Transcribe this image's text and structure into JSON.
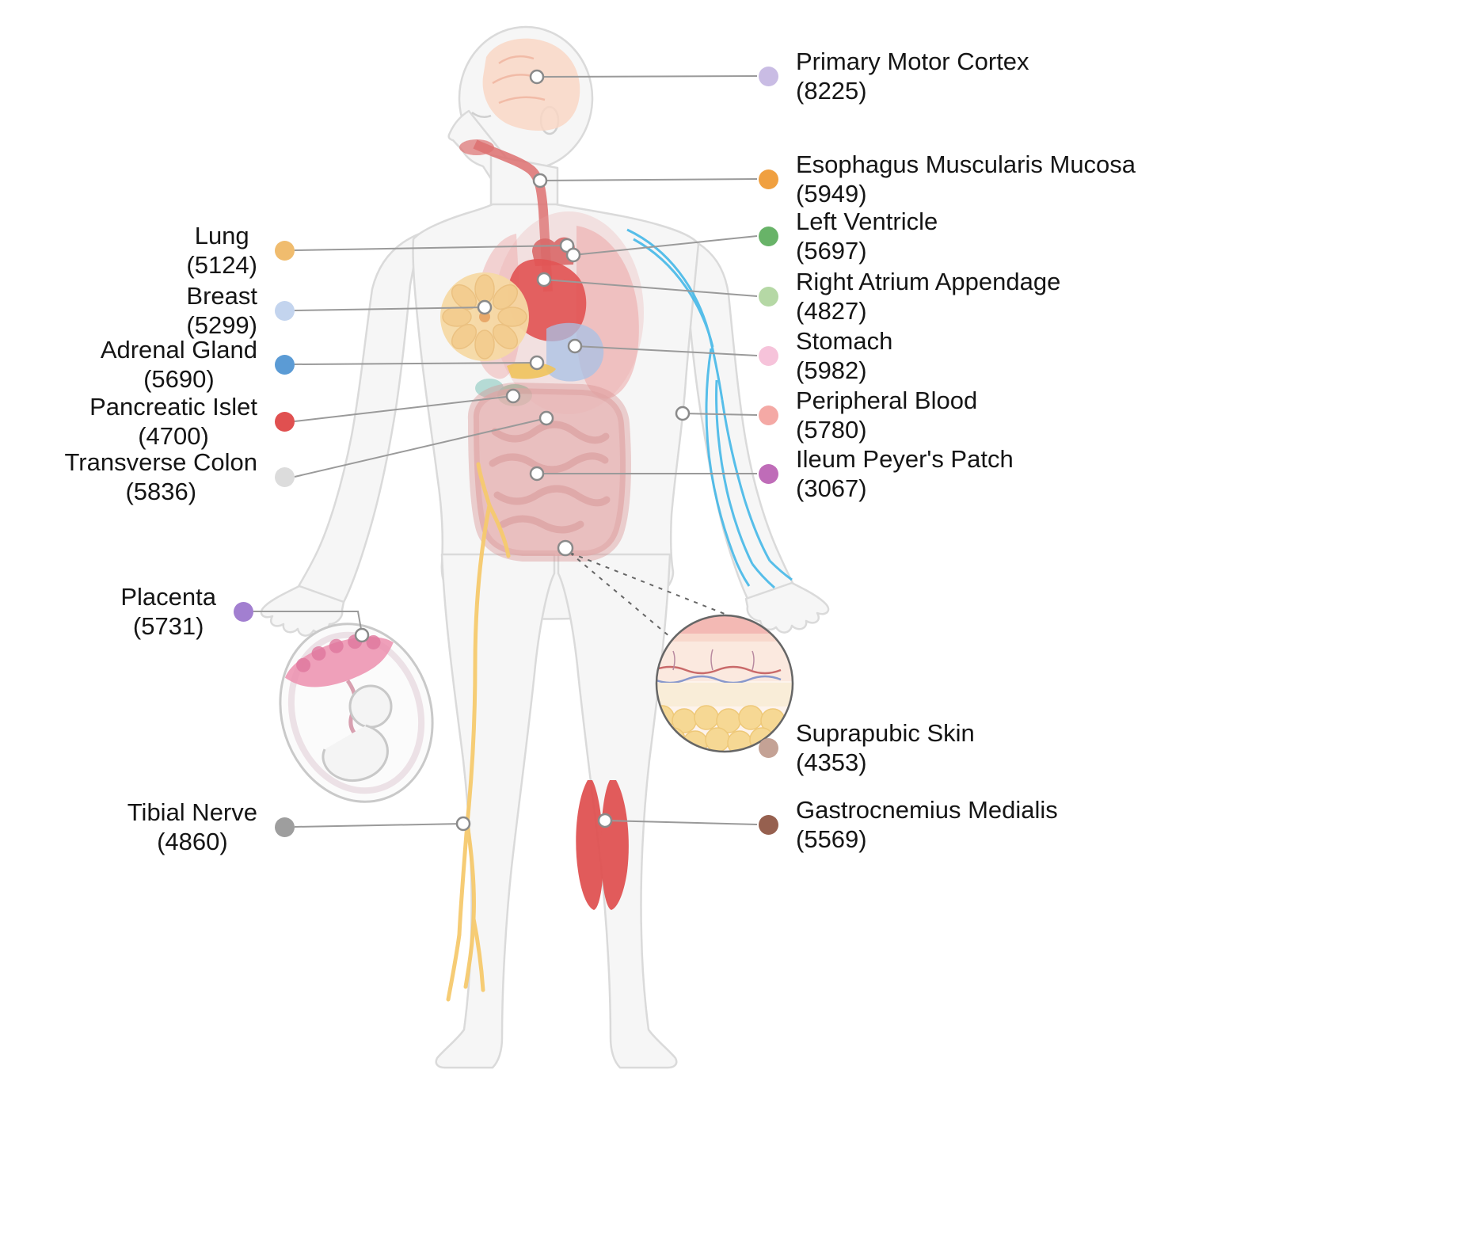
{
  "figure": {
    "description": "Human body tissue sampling map with donor tissue sites and sample counts"
  },
  "labels": {
    "left": [
      {
        "name": "Lung",
        "count": "(5124)",
        "color": "#f0bc6e"
      },
      {
        "name": "Breast",
        "count": "(5299)",
        "color": "#c3d4ee"
      },
      {
        "name": "Adrenal Gland",
        "count": "(5690)",
        "color": "#5b9bd5"
      },
      {
        "name": "Pancreatic Islet",
        "count": "(4700)",
        "color": "#e05050"
      },
      {
        "name": "Transverse Colon",
        "count": "(5836)",
        "color": "#dcdcdc"
      },
      {
        "name": "Placenta",
        "count": "(5731)",
        "color": "#a27fd0"
      },
      {
        "name": "Tibial Nerve",
        "count": "(4860)",
        "color": "#9e9e9e"
      }
    ],
    "right": [
      {
        "name": "Primary Motor Cortex",
        "count": "(8225)",
        "color": "#c9bce4"
      },
      {
        "name": "Esophagus Muscularis Mucosa",
        "count": "(5949)",
        "color": "#f0a040"
      },
      {
        "name": "Left Ventricle",
        "count": "(5697)",
        "color": "#68b368"
      },
      {
        "name": "Right Atrium Appendage",
        "count": "(4827)",
        "color": "#b5d8a5"
      },
      {
        "name": "Stomach",
        "count": "(5982)",
        "color": "#f6c3da"
      },
      {
        "name": "Peripheral Blood",
        "count": "(5780)",
        "color": "#f4a9a5"
      },
      {
        "name": "Ileum Peyer's Patch",
        "count": "(3067)",
        "color": "#bf6cb8"
      },
      {
        "name": "Suprapubic Skin",
        "count": "(4353)",
        "color": "#c4a295"
      },
      {
        "name": "Gastrocnemius Medialis",
        "count": "(5569)",
        "color": "#96604f"
      }
    ]
  }
}
